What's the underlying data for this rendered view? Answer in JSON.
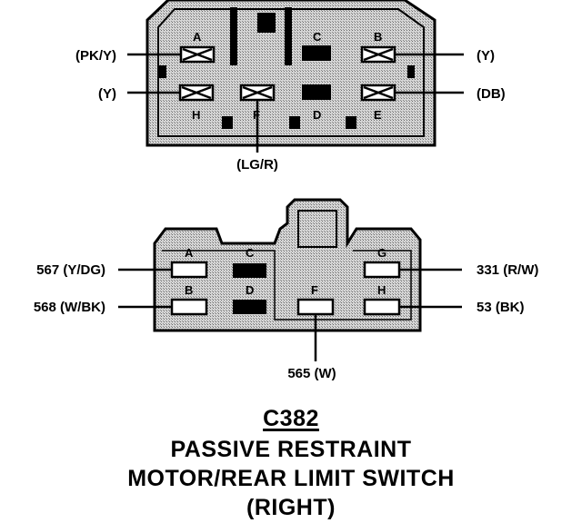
{
  "top_connector": {
    "pins": [
      "A",
      "C",
      "B",
      "H",
      "F",
      "D",
      "E"
    ],
    "wires": {
      "left_upper": "(PK/Y)",
      "left_lower": "(Y)",
      "right_upper": "(Y)",
      "right_lower": "(DB)",
      "bottom": "(LG/R)"
    }
  },
  "bottom_connector": {
    "pins": [
      "A",
      "C",
      "G",
      "B",
      "D",
      "F",
      "H"
    ],
    "wires": {
      "left_upper": "567 (Y/DG)",
      "left_lower": "568 (W/BK)",
      "right_upper": "331 (R/W)",
      "right_lower": "53 (BK)",
      "bottom": "565 (W)"
    }
  },
  "caption": {
    "id": "C382",
    "line1": "PASSIVE RESTRAINT",
    "line2": "MOTOR/REAR LIMIT SWITCH",
    "line3": "(RIGHT)"
  },
  "colors": {
    "housing_fill": "#c8c8c8",
    "outline": "#000000",
    "terminal_fill": "#ffffff",
    "blocked_cavity": "#000000"
  }
}
